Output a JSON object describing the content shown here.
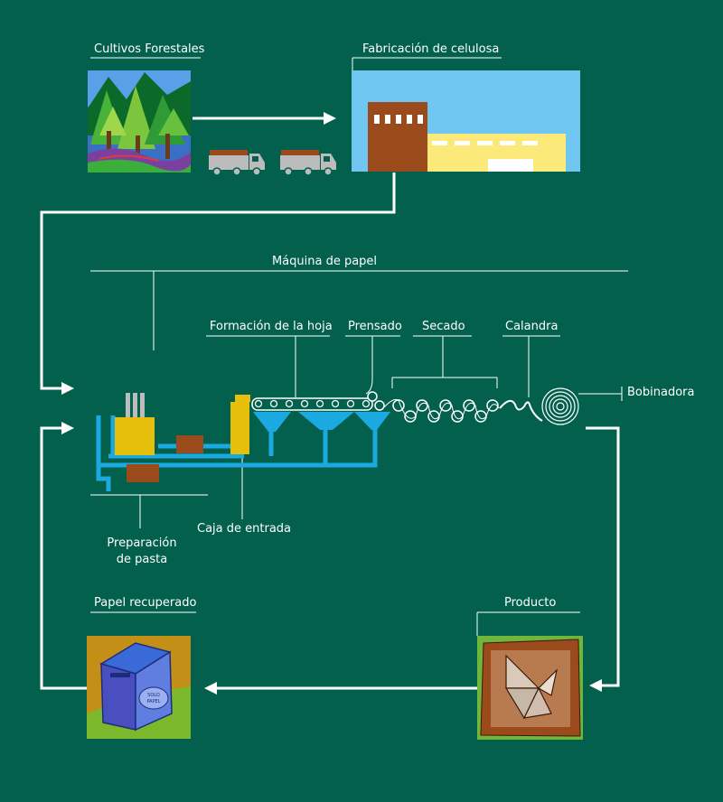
{
  "labels": {
    "cultivos": "Cultivos Forestales",
    "fabricacion": "Fabricación de celulosa",
    "maquina": "Máquina de papel",
    "formacion": "Formación de la hoja",
    "prensado": "Prensado",
    "secado": "Secado",
    "calandra": "Calandra",
    "bobinadora": "Bobinadora",
    "caja": "Caja de entrada",
    "preparacion_line1": "Preparación",
    "preparacion_line2": "de pasta",
    "papel_recuperado": "Papel recuperado",
    "producto": "Producto"
  },
  "bin_text_line1": "SOLO",
  "bin_text_line2": "PAPEL",
  "colors": {
    "background": "#03604c",
    "arrow": "#ffffff",
    "machine_blue": "#1ba9e1",
    "yellow": "#e6bf0c",
    "brown": "#9b4a1c"
  }
}
